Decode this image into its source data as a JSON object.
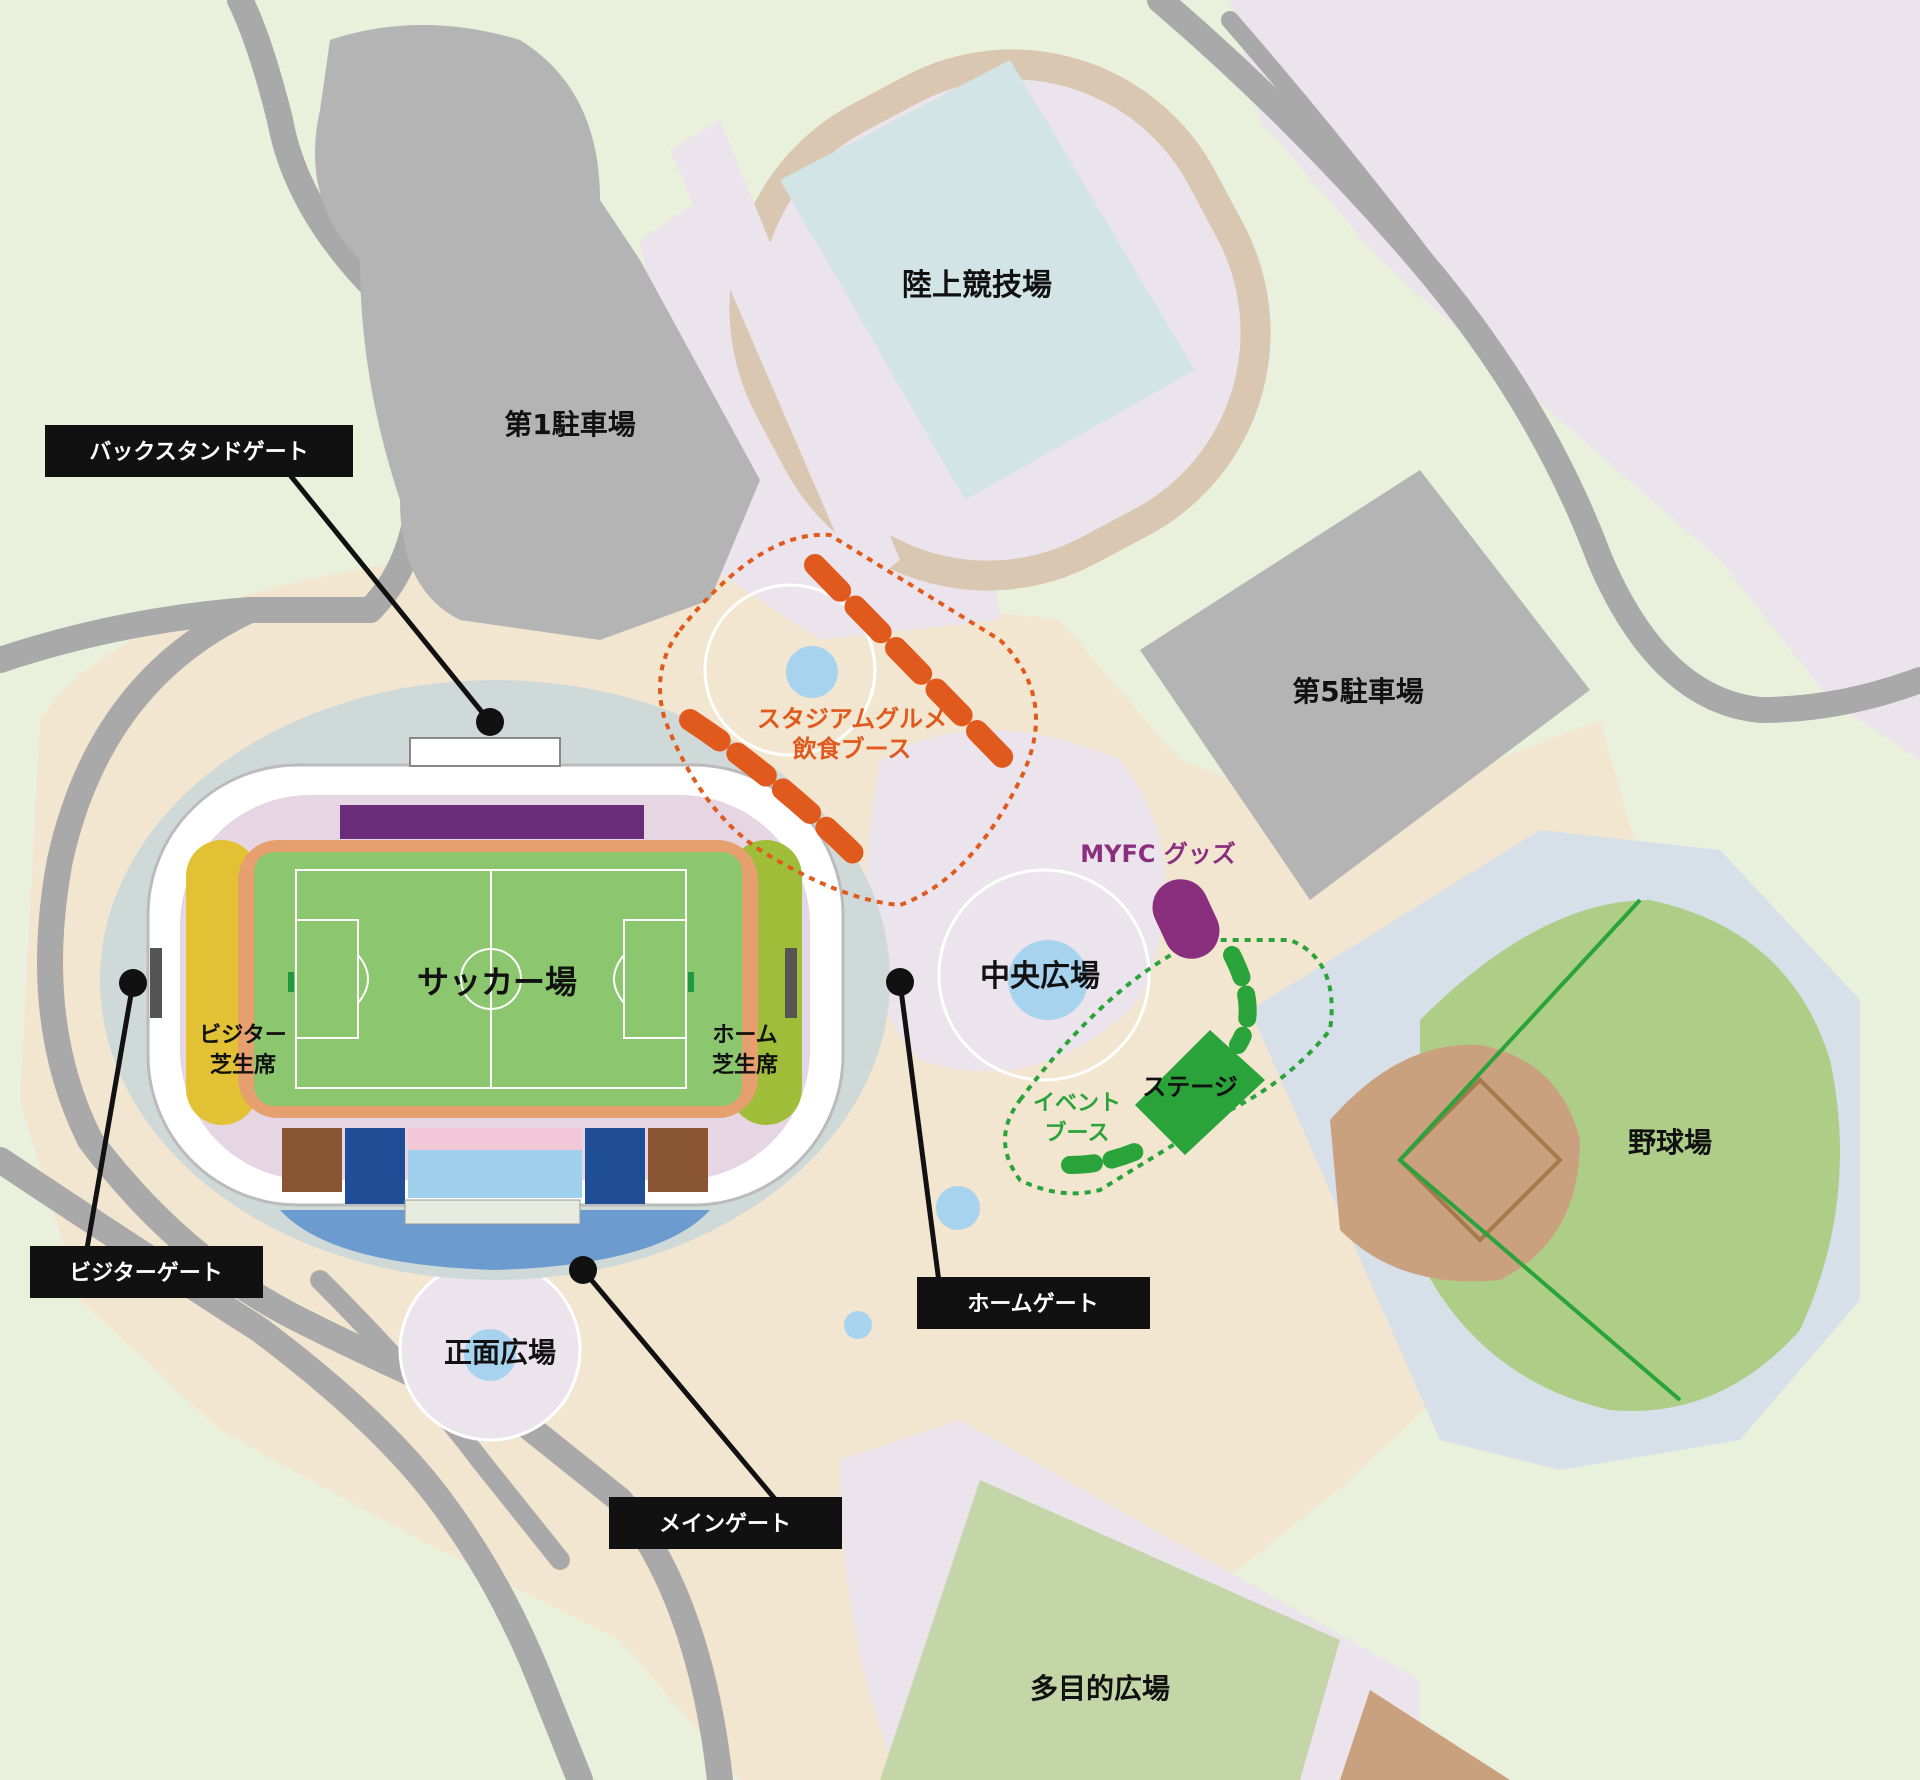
{
  "labels": {
    "athletics": "陸上競技場",
    "parking1": "第1駐車場",
    "parking5": "第5駐車場",
    "soccer": "サッカー場",
    "visitor_lawn_1": "ビジター",
    "visitor_lawn_2": "芝生席",
    "home_lawn_1": "ホーム",
    "home_lawn_2": "芝生席",
    "gourmet_1": "スタジアムグルメ",
    "gourmet_2": "飲食ブース",
    "central_plaza": "中央広場",
    "myfc_goods": "MYFC グッズ",
    "stage": "ステージ",
    "event_booth_1": "イベント",
    "event_booth_2": "ブース",
    "baseball": "野球場",
    "front_plaza": "正面広場",
    "multipurpose": "多目的広場"
  },
  "gates": {
    "backstand": "バックスタンドゲート",
    "visitor": "ビジターゲート",
    "home": "ホームゲート",
    "main": "メインゲート"
  },
  "colors": {
    "ground": "#e9f0dc",
    "walkway": "#f3e6d0",
    "plaza": "#ece4ec",
    "road": "#a9a9a9",
    "parking": "#b4b4b4",
    "pitch": "#8cc66e",
    "gourmet": "#e05a1e",
    "event": "#2aa33a",
    "goods": "#8a2f7e",
    "water": "#a8d3ef"
  }
}
